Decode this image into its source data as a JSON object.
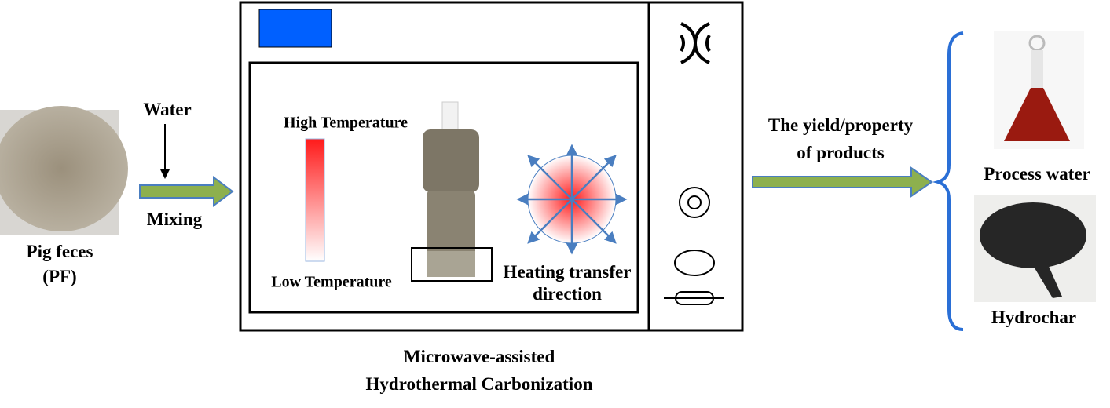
{
  "input": {
    "label_line1": "Pig feces",
    "label_line2": "(PF)",
    "water_label": "Water",
    "mixing_label": "Mixing"
  },
  "reactor": {
    "high_temp_label": "High Temperature",
    "low_temp_label": "Low Temperature",
    "heating_label_line1": "Heating transfer",
    "heating_label_line2": "direction",
    "title_line1": "Microwave-assisted",
    "title_line2": "Hydrothermal Carbonization"
  },
  "output": {
    "arrow_label_line1": "The yield/property",
    "arrow_label_line2": "of products",
    "products": [
      "Process water",
      "Hydrochar"
    ]
  },
  "colors": {
    "arrow_fill": "#8db04e",
    "arrow_stroke": "#4a7ec0",
    "panel_blue": "#0060ff",
    "heat_red": "#ff1a1a",
    "brace_blue": "#2a6fd6"
  }
}
